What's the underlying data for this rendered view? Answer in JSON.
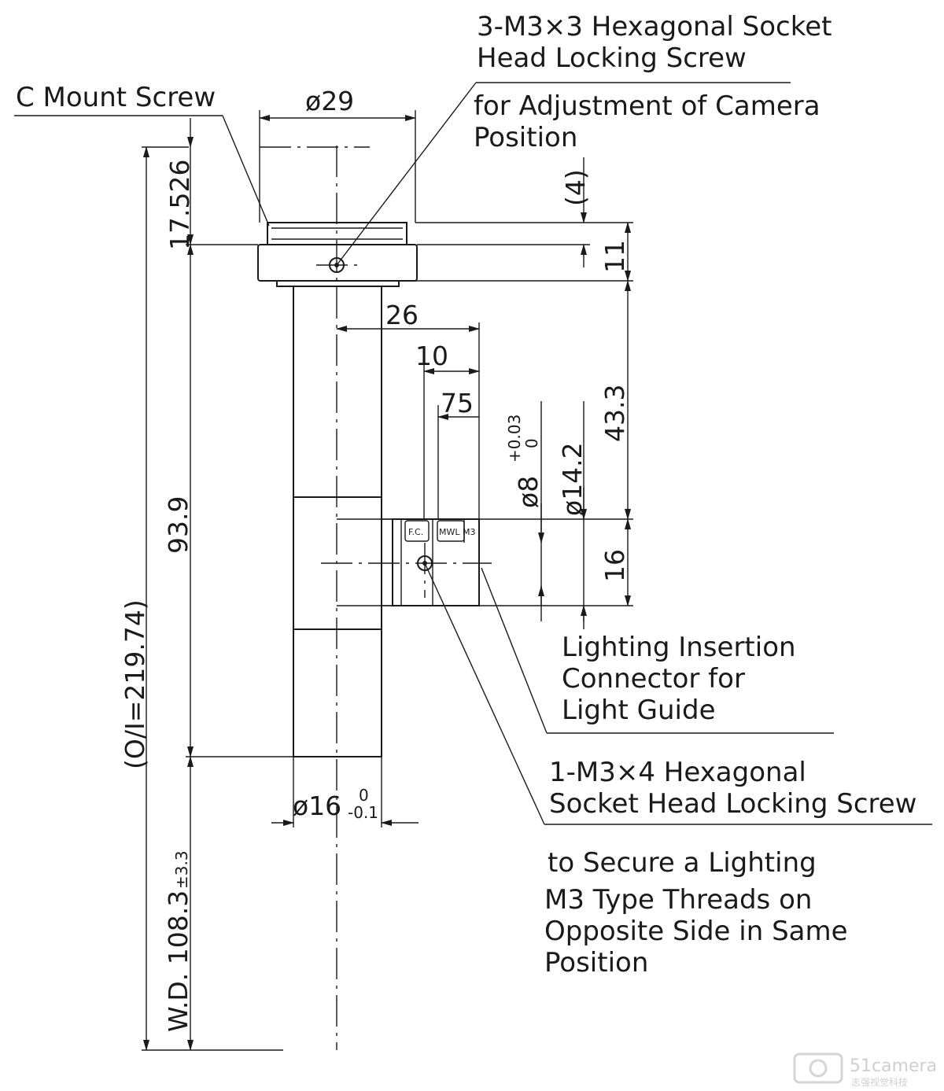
{
  "callouts": {
    "top_screw_line1": "3-M3×3 Hexagonal Socket",
    "top_screw_line2": "Head Locking Screw",
    "top_screw_purpose_line1": "for Adjustment of Camera",
    "top_screw_purpose_line2": "Position",
    "c_mount": "C Mount Screw",
    "lighting_line1": "Lighting Insertion",
    "lighting_line2": "Connector for",
    "lighting_line3": "Light Guide",
    "side_screw_line1": "1-M3×4 Hexagonal",
    "side_screw_line2": "Socket Head Locking Screw",
    "side_screw_purpose": "to Secure a Lighting",
    "threads_line1": "M3 Type Threads on",
    "threads_line2": "Opposite Side in Same",
    "threads_line3": "Position"
  },
  "dimensions": {
    "d29": "ø29",
    "d17_526": "17.526",
    "d4": "(4)",
    "d11": "11",
    "d26": "26",
    "d10": "10",
    "d75": "75",
    "d43_3": "43.3",
    "d8": "ø8",
    "d8_tol_upper": "+0.03",
    "d8_tol_lower": "0",
    "d14_2": "ø14.2",
    "d16": "16",
    "d93_9": "93.9",
    "oi": "(O/I=219.74)",
    "wd": "W.D. 108.3",
    "wd_tol": "±3.3",
    "d16dia": "ø16",
    "d16dia_tol_upper": "0",
    "d16dia_tol_lower": "-0.1"
  },
  "part_marks": {
    "fc": "F.C.",
    "mwl": "MWL M3"
  },
  "watermark": {
    "brand": "51camera",
    "tagline": "志强视觉科技"
  }
}
